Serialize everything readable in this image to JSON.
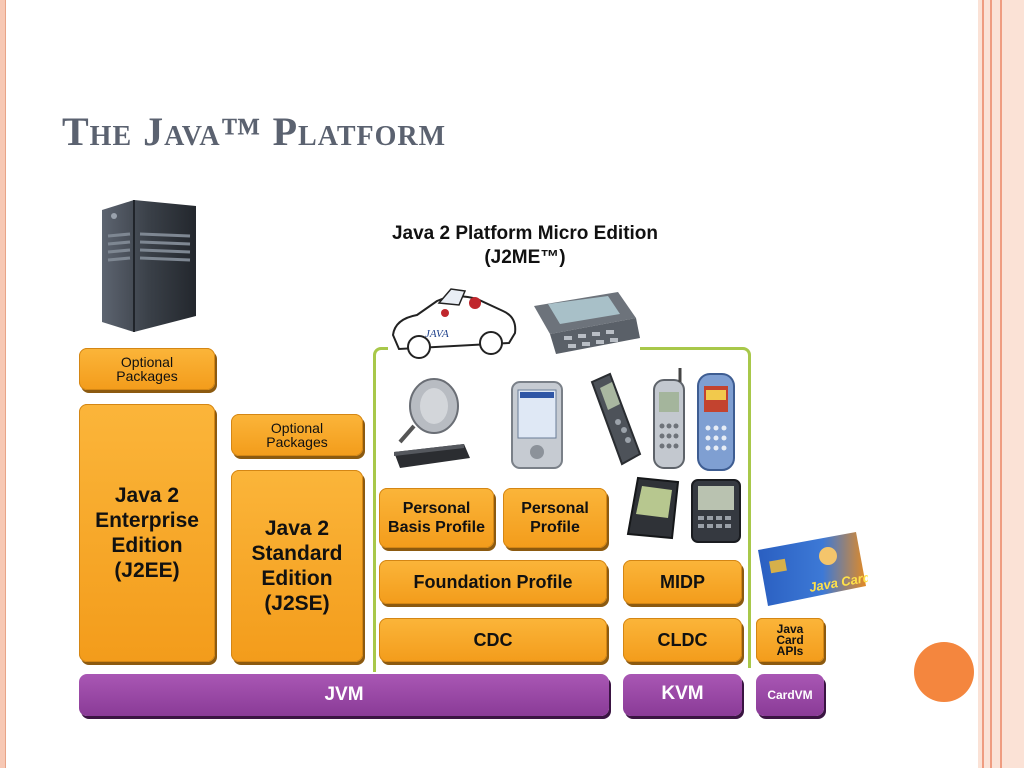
{
  "slide": {
    "title": "The Java™ Platform",
    "micro_title_line1": "Java 2 Platform Micro Edition",
    "micro_title_line2": "(J2ME™)"
  },
  "blocks": {
    "j2ee_optional": "Optional Packages",
    "j2ee": [
      "Java 2",
      "Enterprise",
      "Edition",
      "(J2EE)"
    ],
    "j2se_optional": "Optional Packages",
    "j2se": [
      "Java 2",
      "Standard",
      "Edition",
      "(J2SE)"
    ],
    "personal_basis": [
      "Personal",
      "Basis Profile"
    ],
    "personal_profile": [
      "Personal",
      "Profile"
    ],
    "foundation": "Foundation Profile",
    "midp": "MIDP",
    "cdc": "CDC",
    "cldc": "CLDC",
    "javacard_apis": [
      "Java",
      "Card",
      "APIs"
    ],
    "jvm": "JVM",
    "kvm": "KVM",
    "cardvm": "CardVM"
  },
  "images": {
    "javacard_label": "Java Card",
    "car_label": "JAVA"
  },
  "colors": {
    "orange": "#f39c1b",
    "purple": "#8a3b97",
    "title": "#5b6270",
    "green_line": "#a8c84a",
    "accent_circle": "#f4863e"
  }
}
